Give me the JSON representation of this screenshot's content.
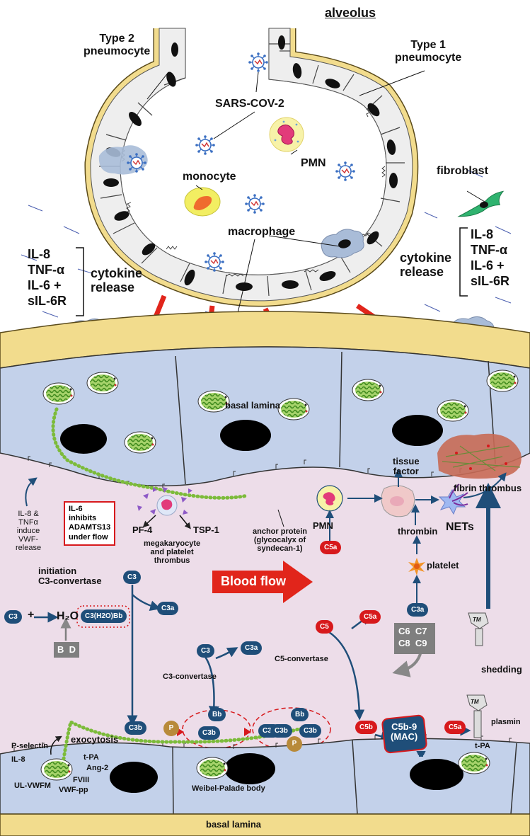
{
  "labels": {
    "alveolus": "alveolus",
    "type2": "Type 2\npneumocyte",
    "type1": "Type 1\npneumocyte",
    "sars": "SARS-COV-2",
    "pmn_top": "PMN",
    "monocyte": "monocyte",
    "fibroblast": "fibroblast",
    "macrophage": "macrophage",
    "cytokine_left_list": "IL-8\nTNF-α\nIL-6 +\nsIL-6R",
    "cytokine_left_release": "cytokine\nrelease",
    "cytokine_right_list": "IL-8\nTNF-α\nIL-6 +\nsIL-6R",
    "cytokine_right_release": "cytokine\nrelease",
    "basal_lamina_top": "basal lamina",
    "basal_lamina_bottom": "basal lamina",
    "il8_tnf": "IL-8 &\nTNFα\ninduce\nVWF-\nrelease",
    "il6_box": "IL-6\ninhibits\nADAMTS13\nunder flow",
    "pf4": "PF-4",
    "tsp1": "TSP-1",
    "megakaryocyte": "megakaryocyte\nand platelet\nthrombus",
    "anchor": "anchor protein\n(glycocalyx of\nsyndecan-1)",
    "tissue_factor": "tissue\nfactor",
    "fibrin_thrombus": "fibrin thrombus",
    "pmn_mid": "PMN",
    "thrombin": "thrombin",
    "nets": "NETs",
    "c5a_mid": "C5a",
    "platelet": "platelet",
    "c3a_mid": "C3a",
    "initiation": "initiation\nC3-convertase",
    "c3_top": "C3",
    "c3a_top": "C3a",
    "blood_flow": "Blood flow",
    "c3_left": "C3",
    "plus": "+",
    "h2o": "H₂O",
    "c3h2obb": "C3(H2O)Bb",
    "bd": "B  D",
    "c3_conv_c3": "C3",
    "c3_conv_c3a": "C3a",
    "c3_convertase": "C3-convertase",
    "c5": "C5",
    "c5a_top": "C5a",
    "c5_convertase": "C5-convertase",
    "c6c9": "C6  C7\nC8  C9",
    "tm_top": "TM",
    "shedding": "shedding",
    "c3b_1": "C3b",
    "p1": "P",
    "bb1": "Bb",
    "c3b_2": "C3b",
    "c3b_3": "C3b",
    "bb2": "Bb",
    "c3b_4": "C3b",
    "c3b_5": "C3b",
    "p2": "P",
    "c5b": "C5b",
    "mac": "C5b-9\n(MAC)",
    "c5a_bottom": "C5a",
    "tm_bottom": "TM",
    "plasmin": "plasmin",
    "tpa_right": "t-PA",
    "p_selectin": "P-selectin",
    "exocytosis": "exocytosis",
    "il8_wpb": "IL-8",
    "tpa_wpb": "t-PA",
    "ang2": "Ang-2",
    "fviii": "FVIII",
    "ulvwfm": "UL-VWFM",
    "vwfpp": "VWF-pp",
    "wpb": "Weibel-Palade body"
  },
  "colors": {
    "cell_fill": "#eeeeee",
    "nucleus": "#111111",
    "lamina": "#f2dc8d",
    "lamina_stroke": "#5a4a1a",
    "endo_cell": "#c3d1ea",
    "plasma": "#eddde9",
    "arrow_red": "#e1251b",
    "arrow_blue": "#1f4e79",
    "complement_blue": "#1f4e79",
    "complement_red": "#d7191c",
    "wpb_green": "#7cbb3a",
    "macrophage": "#a9bcd8",
    "fibroblast": "#2fb36f",
    "monocyte": "#f2ee62",
    "monocyte_nucleus": "#ef6b2e"
  },
  "icons": [
    "sars-cov-2-virus-icon",
    "pmn-icon",
    "monocyte-icon",
    "macrophage-icon",
    "fibroblast-icon",
    "weibel-palade-body-icon",
    "platelet-icon",
    "net-icon",
    "thrombomodulin-icon",
    "fibrin-thrombus-icon"
  ]
}
